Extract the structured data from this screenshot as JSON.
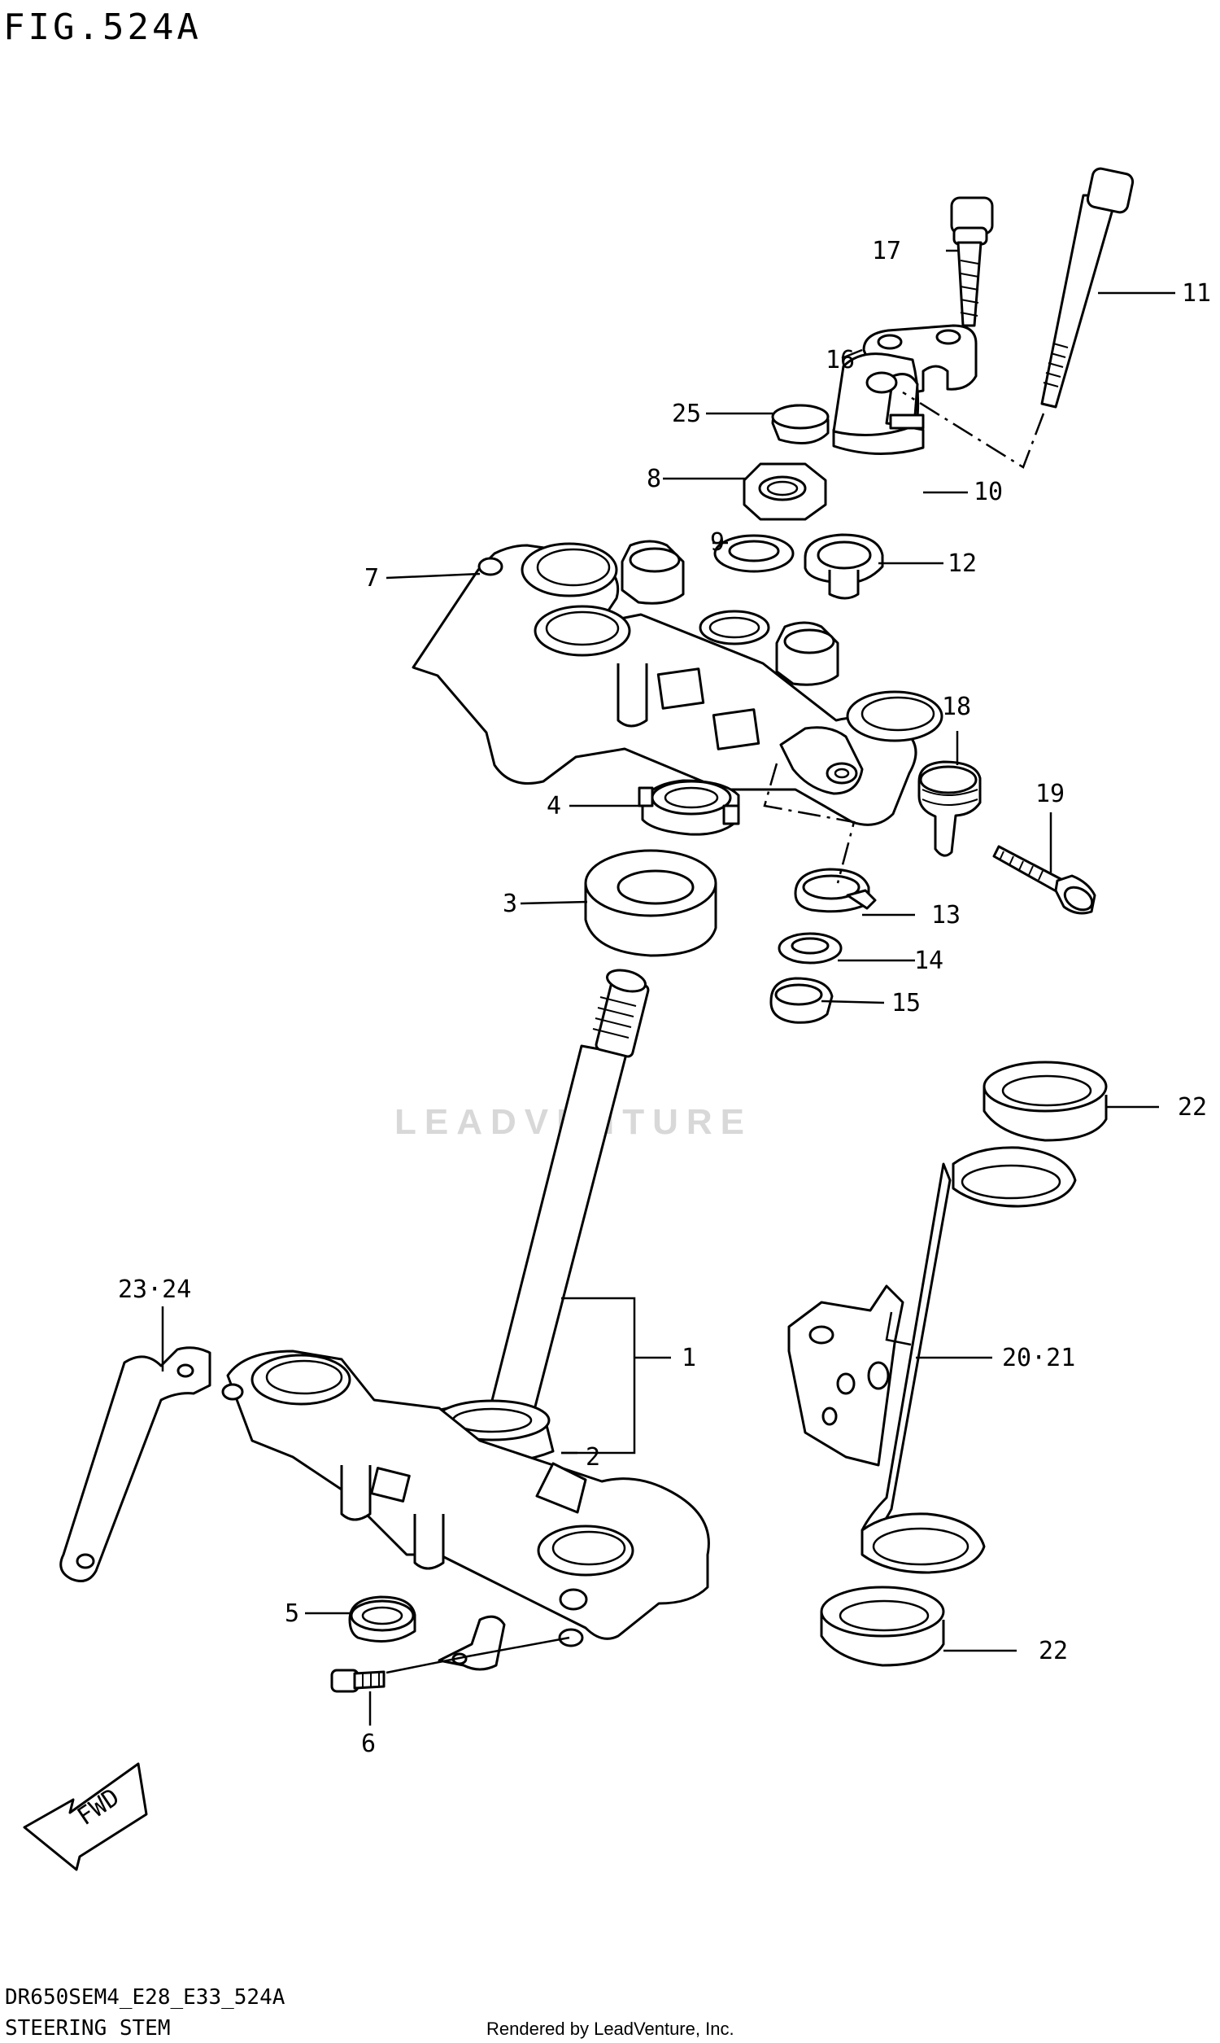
{
  "header": {
    "figure_label": "FIG.524A"
  },
  "footer": {
    "model_code": "DR650SEM4_E28_E33_524A",
    "section_title": "STEERING STEM",
    "credit": "Rendered by LeadVenture, Inc."
  },
  "watermark": "LEADVENTURE",
  "fwd_label": "FWD",
  "callouts": [
    {
      "id": "c1",
      "label": "1"
    },
    {
      "id": "c2",
      "label": "2"
    },
    {
      "id": "c3",
      "label": "3"
    },
    {
      "id": "c4",
      "label": "4"
    },
    {
      "id": "c5",
      "label": "5"
    },
    {
      "id": "c6",
      "label": "6"
    },
    {
      "id": "c7",
      "label": "7"
    },
    {
      "id": "c8",
      "label": "8"
    },
    {
      "id": "c9",
      "label": "9"
    },
    {
      "id": "c10",
      "label": "10"
    },
    {
      "id": "c11",
      "label": "11"
    },
    {
      "id": "c12",
      "label": "12"
    },
    {
      "id": "c13",
      "label": "13"
    },
    {
      "id": "c14",
      "label": "14"
    },
    {
      "id": "c15",
      "label": "15"
    },
    {
      "id": "c16",
      "label": "16"
    },
    {
      "id": "c17",
      "label": "17"
    },
    {
      "id": "c18",
      "label": "18"
    },
    {
      "id": "c19",
      "label": "19"
    },
    {
      "id": "c20_21",
      "label": "20·21"
    },
    {
      "id": "c22a",
      "label": "22"
    },
    {
      "id": "c22b",
      "label": "22"
    },
    {
      "id": "c23_24",
      "label": "23·24"
    },
    {
      "id": "c25",
      "label": "25"
    }
  ]
}
